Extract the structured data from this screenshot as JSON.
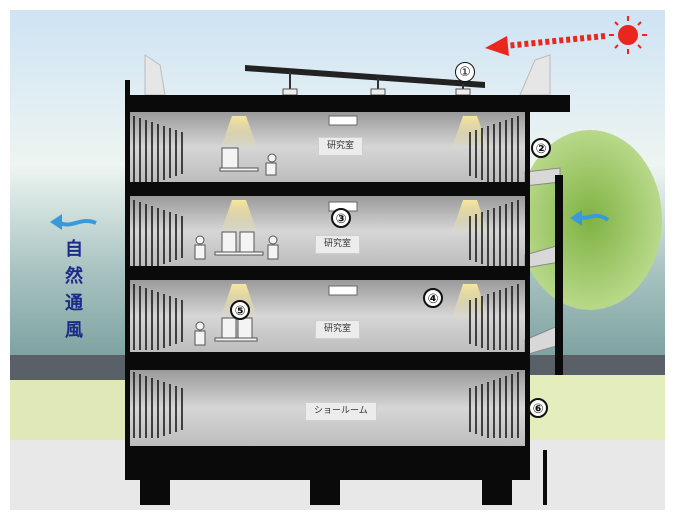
{
  "title": "自然通風",
  "rooms": [
    "研究室",
    "研究室",
    "研究室",
    "ショールーム"
  ],
  "markers": [
    "①",
    "②",
    "③",
    "④",
    "⑤",
    "⑥"
  ],
  "colors": {
    "sun": "#e8281e",
    "wind": "#3a9ad9",
    "label": "#1c2a8a",
    "slab": "#0a0a0a"
  }
}
